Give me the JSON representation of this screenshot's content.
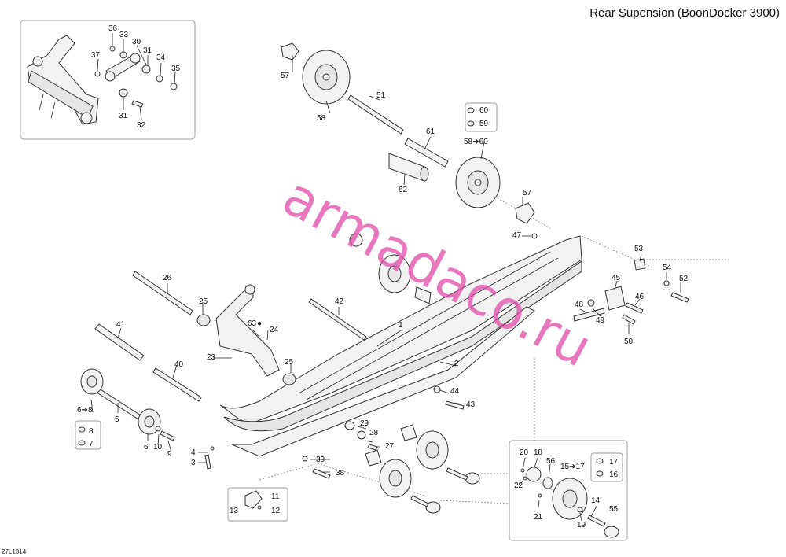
{
  "title": "Rear Supension (BoonDocker 3900)",
  "diagram_code": "27L1314",
  "watermark": "armadaco.ru",
  "callouts": {
    "c1": "1",
    "c2": "2",
    "c3": "3",
    "c4": "4",
    "c5": "5",
    "c6": "6",
    "c6to8": "6➔8",
    "c7": "7",
    "c8": "8",
    "c9": "9",
    "c10": "10",
    "c11": "11",
    "c12": "12",
    "c13": "13",
    "c14": "14",
    "c15to17": "15➔17",
    "c16": "16",
    "c17": "17",
    "c18": "18",
    "c19": "19",
    "c20": "20",
    "c21": "21",
    "c22": "22",
    "c23": "23",
    "c24": "24",
    "c25a": "25",
    "c25b": "25",
    "c26": "26",
    "c27": "27",
    "c28": "28",
    "c29": "29",
    "c30": "30",
    "c31a": "31",
    "c31b": "31",
    "c32": "32",
    "c33": "33",
    "c34": "34",
    "c35": "35",
    "c36": "36",
    "c37": "37",
    "c38": "38",
    "c39": "39",
    "c40": "40",
    "c41": "41",
    "c42": "42",
    "c43": "43",
    "c44": "44",
    "c45": "45",
    "c46": "46",
    "c47": "47",
    "c48": "48",
    "c49": "49",
    "c50": "50",
    "c51": "51",
    "c52": "52",
    "c53": "53",
    "c54": "54",
    "c55": "55",
    "c56": "56",
    "c57a": "57",
    "c57b": "57",
    "c58": "58",
    "c58to60": "58➔60",
    "c59": "59",
    "c60": "60",
    "c61": "61",
    "c62": "62",
    "c63": "63"
  }
}
